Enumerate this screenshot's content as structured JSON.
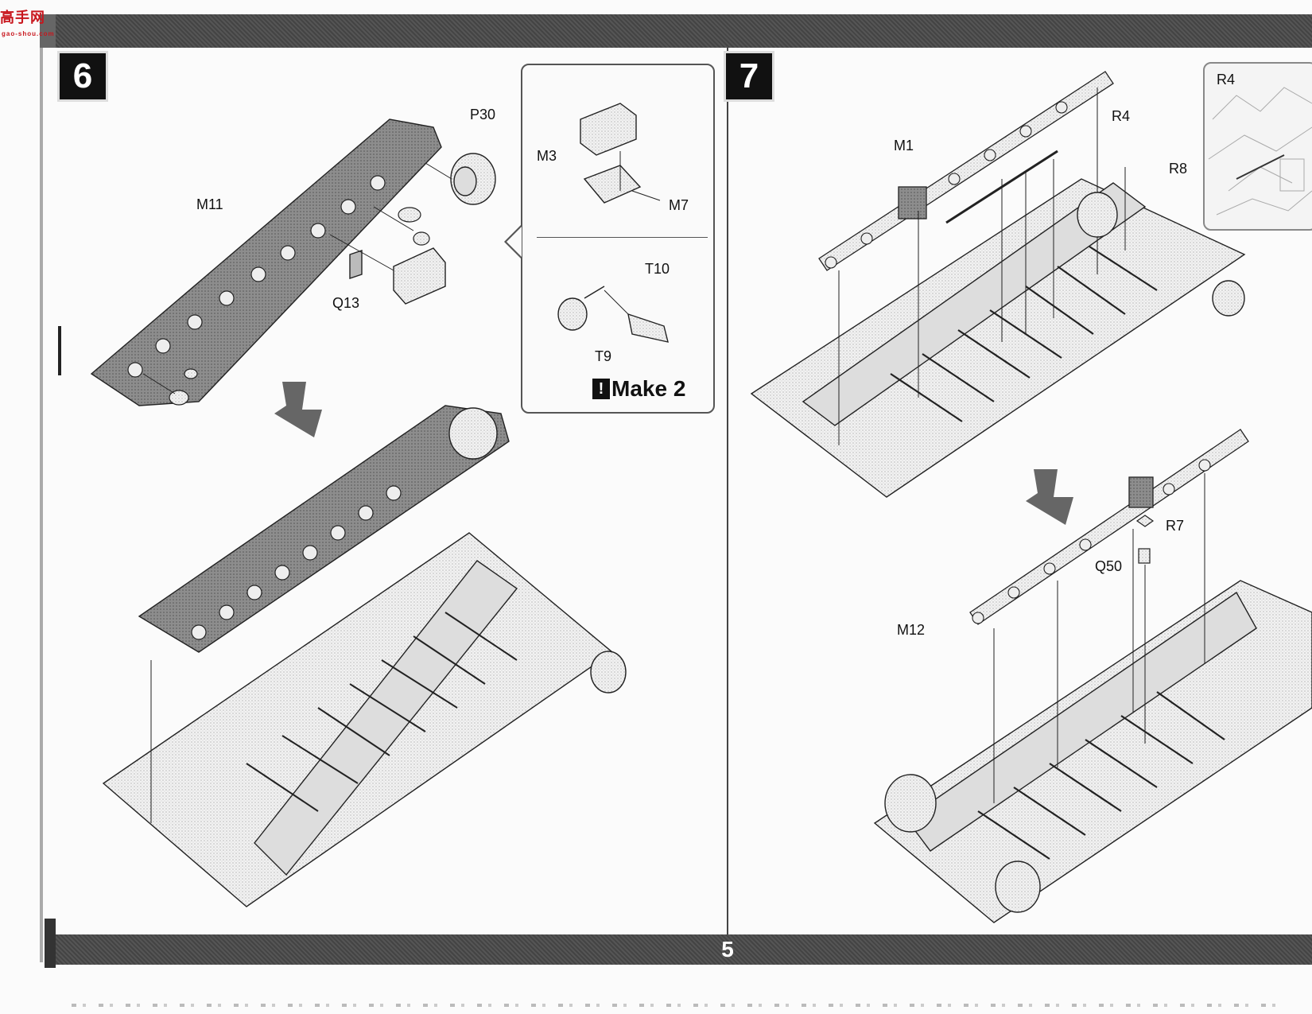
{
  "header": {
    "logo_text": "高手网",
    "logo_sub": "gao-shou.com"
  },
  "steps": {
    "step6": {
      "number": "6"
    },
    "step7": {
      "number": "7"
    }
  },
  "step6_labels": {
    "m11": "M11",
    "p30": "P30",
    "q13": "Q13"
  },
  "callout": {
    "m3": "M3",
    "m7": "M7",
    "t10": "T10",
    "t9": "T9",
    "make_icon": "!",
    "make_text": "Make 2"
  },
  "step7_labels": {
    "m1": "M1",
    "r4": "R4",
    "r8": "R8",
    "r7": "R7",
    "q50": "Q50",
    "m12": "M12"
  },
  "reference_box": {
    "label": "R4"
  },
  "footer": {
    "page_number": "5"
  }
}
